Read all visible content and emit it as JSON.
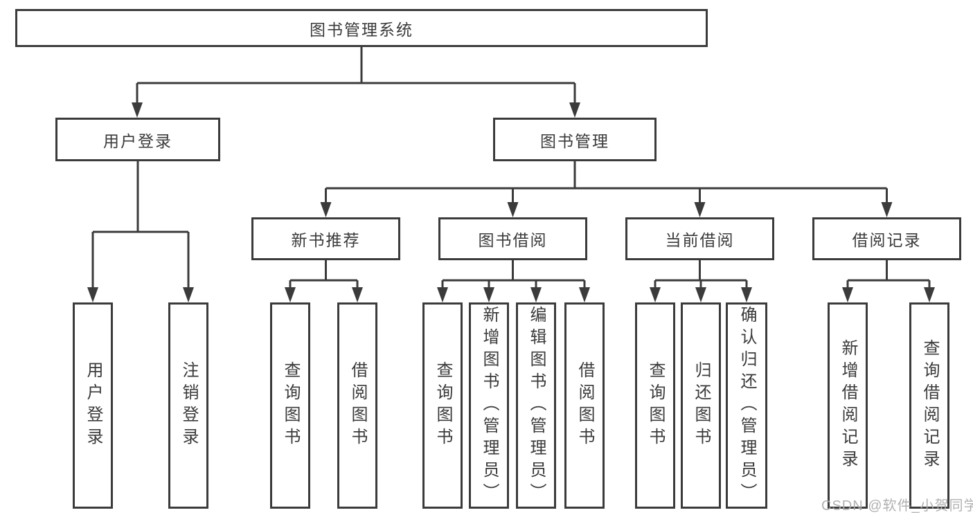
{
  "colors": {
    "line": "#3b3b3b",
    "box_border": "#3b3b3b",
    "box_background": "#ffffff",
    "text": "#3a3a3a",
    "watermark": "#adadad"
  },
  "watermark": {
    "text": "CSDN @软件_小贺同学"
  },
  "tree": {
    "root": {
      "label": "图书管理系统"
    },
    "level2": [
      {
        "id": "user-login",
        "label": "用户登录",
        "children": [
          {
            "label": "用户登录"
          },
          {
            "label": "注销登录"
          }
        ]
      },
      {
        "id": "book-management",
        "label": "图书管理",
        "sections": [
          {
            "id": "new-book-recommend",
            "label": "新书推荐",
            "children": [
              {
                "label": "查询图书"
              },
              {
                "label": "借阅图书"
              }
            ]
          },
          {
            "id": "book-borrow",
            "label": "图书借阅",
            "children": [
              {
                "label": "查询图书"
              },
              {
                "label": "新增图书（管理员）"
              },
              {
                "label": "编辑图书（管理员）"
              },
              {
                "label": "借阅图书"
              }
            ]
          },
          {
            "id": "current-borrow",
            "label": "当前借阅",
            "children": [
              {
                "label": "查询图书"
              },
              {
                "label": "归还图书"
              },
              {
                "label": "确认归还（管理员）"
              }
            ]
          },
          {
            "id": "borrow-records",
            "label": "借阅记录",
            "children": [
              {
                "label": "新增借阅记录"
              },
              {
                "label": "查询借阅记录"
              }
            ]
          }
        ]
      }
    ]
  }
}
